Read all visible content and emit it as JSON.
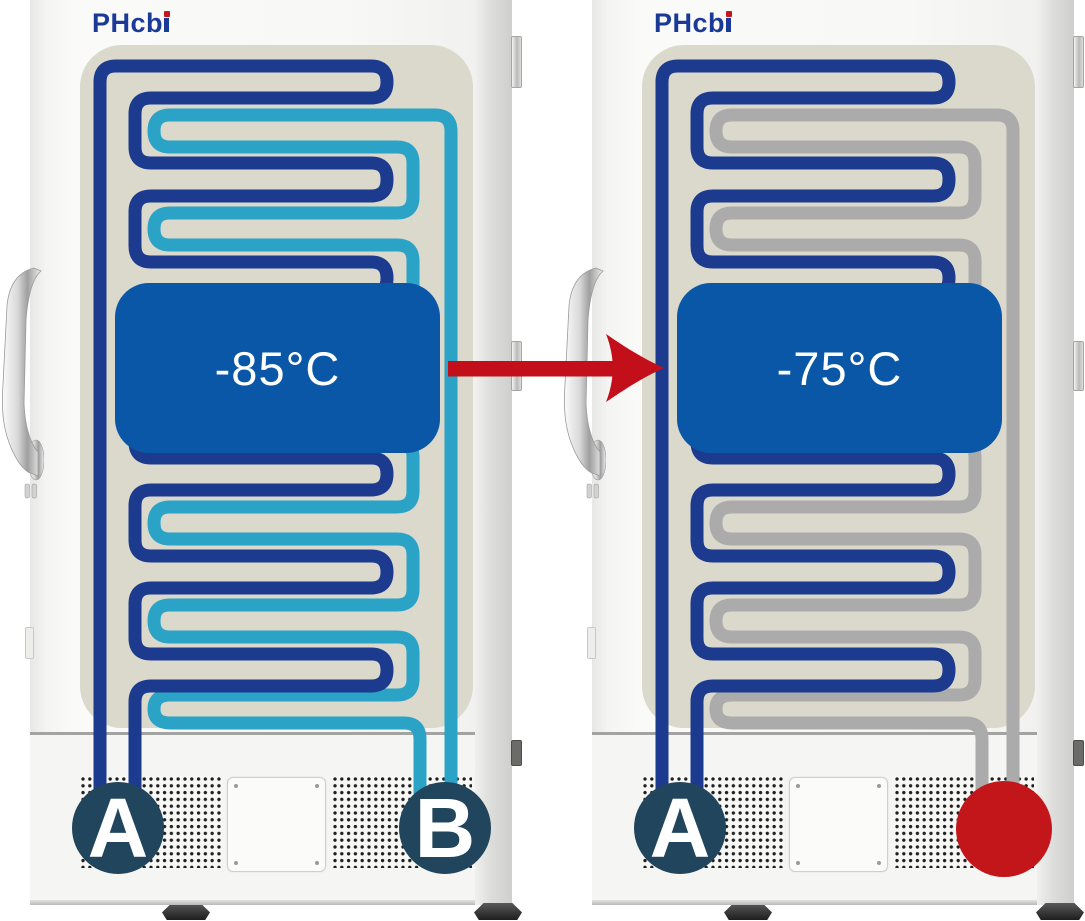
{
  "logo": {
    "text": "PHcbi",
    "text_main": "PHcb",
    "color": "#1b3a97",
    "dot_color": "#c8161d"
  },
  "arrow": {
    "color": "#c20f1a",
    "direction": "right"
  },
  "colors": {
    "cabinet_white": "#f8f8f6",
    "panel_beige": "#dbd9cc",
    "grille_dot": "#1e1e1e",
    "temp_box_blue": "#0a57a8",
    "badge_navy": "#20455c",
    "failure_red": "#c3161b",
    "coil_navy": "#1c3b8e",
    "coil_cyan": "#2aa3c6",
    "coil_gray": "#ababab"
  },
  "freezers": {
    "left": {
      "temperature": "-85°C",
      "temp_box_color": "#0a57a8",
      "circuit_a": {
        "label": "A",
        "badge_color": "#20455c",
        "coil_color": "#1c3b8e"
      },
      "circuit_b": {
        "label": "B",
        "badge_color": "#20455c",
        "coil_color": "#2aa3c6"
      }
    },
    "right": {
      "temperature": "-75°C",
      "temp_box_color": "#0a57a8",
      "circuit_a": {
        "label": "A",
        "badge_color": "#20455c",
        "coil_color": "#1c3b8e"
      },
      "circuit_b": {
        "label": "",
        "badge_color": "#c3161b",
        "coil_color": "#ababab"
      }
    }
  }
}
